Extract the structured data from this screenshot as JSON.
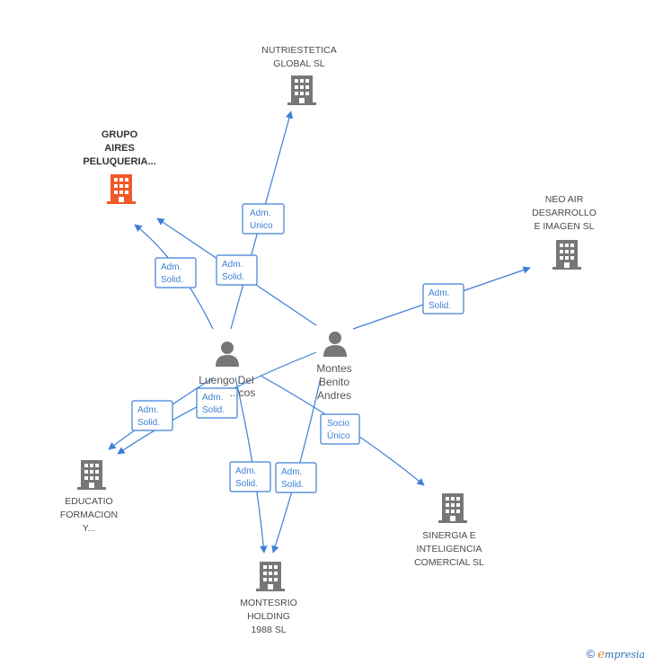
{
  "colors": {
    "edge": "#3d7fd6",
    "company": "#777777",
    "focus_company": "#f05a28",
    "person": "#777777"
  },
  "companies": {
    "grupo": {
      "lines": [
        "GRUPO",
        "AIRES",
        "PELUQUERIA..."
      ],
      "icon": "building-icon",
      "highlight": true
    },
    "nutriestetica": {
      "lines": [
        "NUTRIESTETICA",
        "GLOBAL SL"
      ],
      "icon": "building-icon"
    },
    "neoair": {
      "lines": [
        "NEO AIR",
        "DESARROLLO",
        "E IMAGEN SL"
      ],
      "icon": "building-icon"
    },
    "educatio": {
      "lines": [
        "EDUCATIO",
        "FORMACION",
        "Y..."
      ],
      "icon": "building-icon"
    },
    "montesrio": {
      "lines": [
        "MONTESRIO",
        "HOLDING",
        "1988 SL"
      ],
      "icon": "building-icon"
    },
    "sinergia": {
      "lines": [
        "SINERGIA E",
        "INTELIGENCIA",
        "COMERCIAL SL"
      ],
      "icon": "building-icon"
    }
  },
  "persons": {
    "luengo": {
      "lines": [
        "Luengo Del",
        "...cos"
      ],
      "icon": "person-icon"
    },
    "montes": {
      "lines": [
        "Montes",
        "Benito",
        "Andres"
      ],
      "icon": "person-icon"
    }
  },
  "edge_labels": {
    "adm_unico": [
      "Adm.",
      "Unico"
    ],
    "adm_solid": [
      "Adm.",
      "Solid."
    ],
    "socio_unico": [
      "Socio",
      "Único"
    ]
  },
  "footer": {
    "copyright": "©",
    "brand_e": "e",
    "brand_rest": "mpresia"
  }
}
